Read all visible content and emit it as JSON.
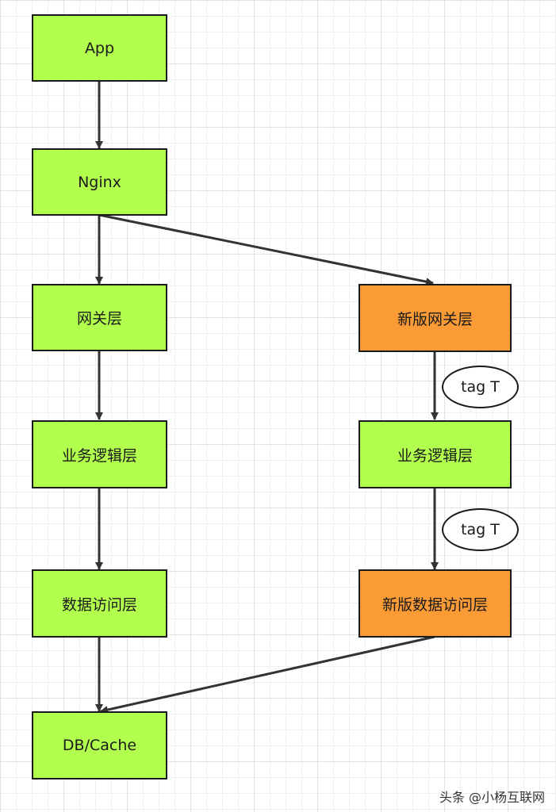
{
  "nodes": {
    "app": "App",
    "nginx": "Nginx",
    "gateway": "网关层",
    "business": "业务逻辑层",
    "data_access": "数据访问层",
    "db_cache": "DB/Cache",
    "new_gateway": "新版网关层",
    "business_new": "业务逻辑层",
    "new_data_access": "新版数据访问层"
  },
  "tags": {
    "tag1": "tag T",
    "tag2": "tag T"
  },
  "colors": {
    "green_node": "#b3ff4d",
    "orange_node": "#fb9b35",
    "stroke": "#333333"
  },
  "watermark": "头条 @小杨互联网"
}
